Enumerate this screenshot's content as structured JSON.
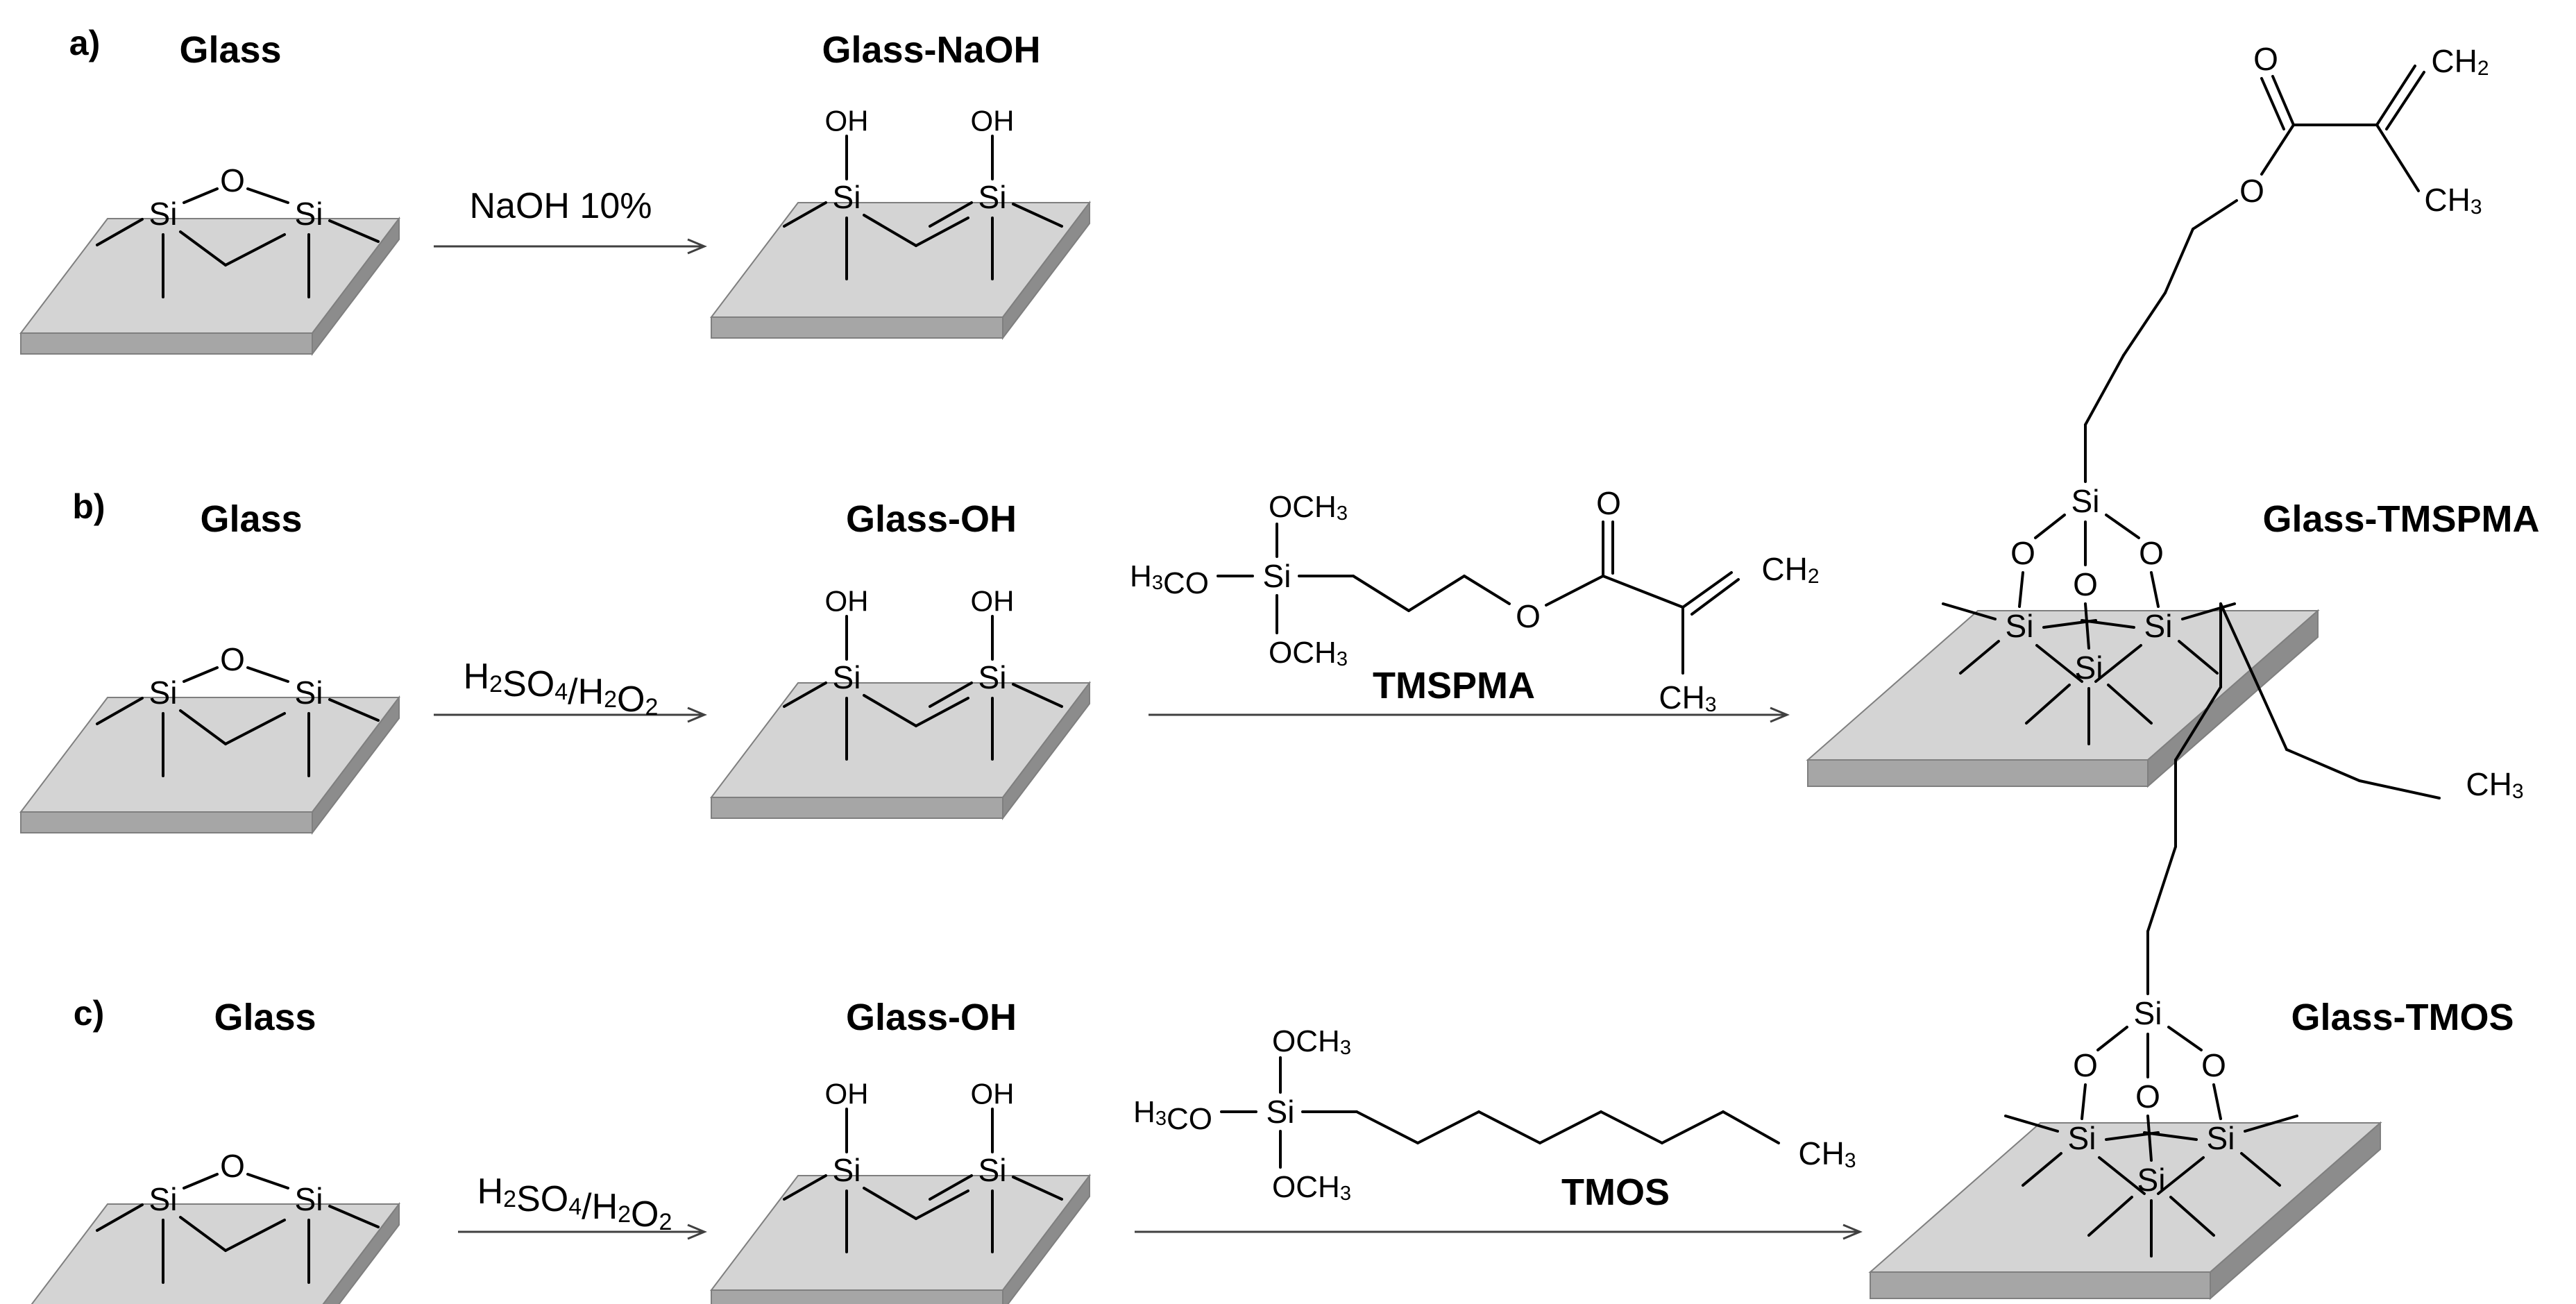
{
  "colors": {
    "slab_top": "#d4d4d4",
    "slab_side": "#a6a6a6",
    "slab_edge": "#7f7f7f",
    "ink": "#000000",
    "arrow": "#404040"
  },
  "rows": [
    {
      "letter": "a)",
      "start_title": "Glass",
      "mid_title": "Glass-NaOH",
      "reagent1": {
        "text": "NaOH 10%"
      }
    },
    {
      "letter": "b)",
      "start_title": "Glass",
      "mid_title": "Glass-OH",
      "reagent1": {
        "text": "H2SO4/H2O2"
      },
      "silane_name": "TMSPMA",
      "end_title": "Glass-TMSPMA"
    },
    {
      "letter": "c)",
      "start_title": "Glass",
      "mid_title": "Glass-OH",
      "reagent1": {
        "text": "H2SO4/H2O2"
      },
      "silane_name": "TMOS",
      "end_title": "Glass-TMOS"
    }
  ],
  "atoms": {
    "Si": "Si",
    "O": "O",
    "OH": "OH",
    "CH2": "CH2",
    "CH3": "CH3",
    "OCH3": "OCH3",
    "H3CO": "H3CO"
  }
}
